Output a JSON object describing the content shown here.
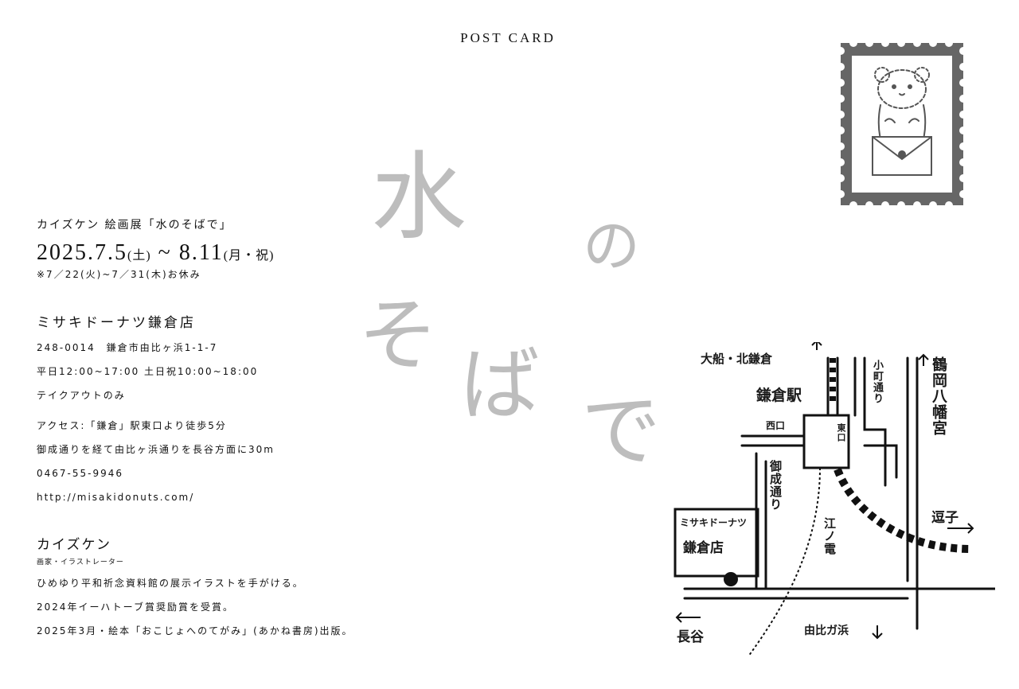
{
  "header": {
    "title": "POST CARD"
  },
  "title_art": {
    "chars": [
      "水",
      "の",
      "そ",
      "ば",
      "で"
    ]
  },
  "exhibition": {
    "subtitle": "カイズケン 絵画展「水のそばで」",
    "date_start": "2025.7.5",
    "date_start_day": "(土)",
    "date_sep": " ~ ",
    "date_end": "8.11",
    "date_end_day": "(月・祝)",
    "closed_note": "※7／22(火)~7／31(木)お休み"
  },
  "venue": {
    "name": "ミサキドーナツ鎌倉店",
    "address": "248-0014　鎌倉市由比ヶ浜1-1-7",
    "hours": "平日12:00~17:00 土日祝10:00~18:00",
    "takeout": "テイクアウトのみ",
    "access_1": "アクセス:「鎌倉」駅東口より徒歩5分",
    "access_2": "御成通りを経て由比ヶ浜通りを長谷方面に30m",
    "phone": "0467-55-9946",
    "url": "http://misakidonuts.com/"
  },
  "artist": {
    "name": "カイズケン",
    "role": "画家・イラストレーター",
    "bio_1": "ひめゆり平和祈念資料館の展示イラストを手がける。",
    "bio_2": "2024年イーハトーブ賞奨励賞を受賞。",
    "bio_3": "2025年3月・絵本「おこじょへのてがみ」(あかね書房)出版。"
  },
  "map": {
    "label_ofuna": "大船・北鎌倉",
    "label_kamakura_station": "鎌倉駅",
    "label_komachi": "小町通り",
    "label_tsurugaoka": "鶴岡八幡宮",
    "label_nishiguchi": "西口",
    "label_higashiguchi": "東口",
    "label_onari": "御成通り",
    "label_enoden": "江ノ電",
    "label_zushi": "逗子",
    "label_shop_1": "ミサキドーナツ",
    "label_shop_2": "鎌倉店",
    "label_hase": "長谷",
    "label_yuigahama": "由比ガ浜"
  }
}
